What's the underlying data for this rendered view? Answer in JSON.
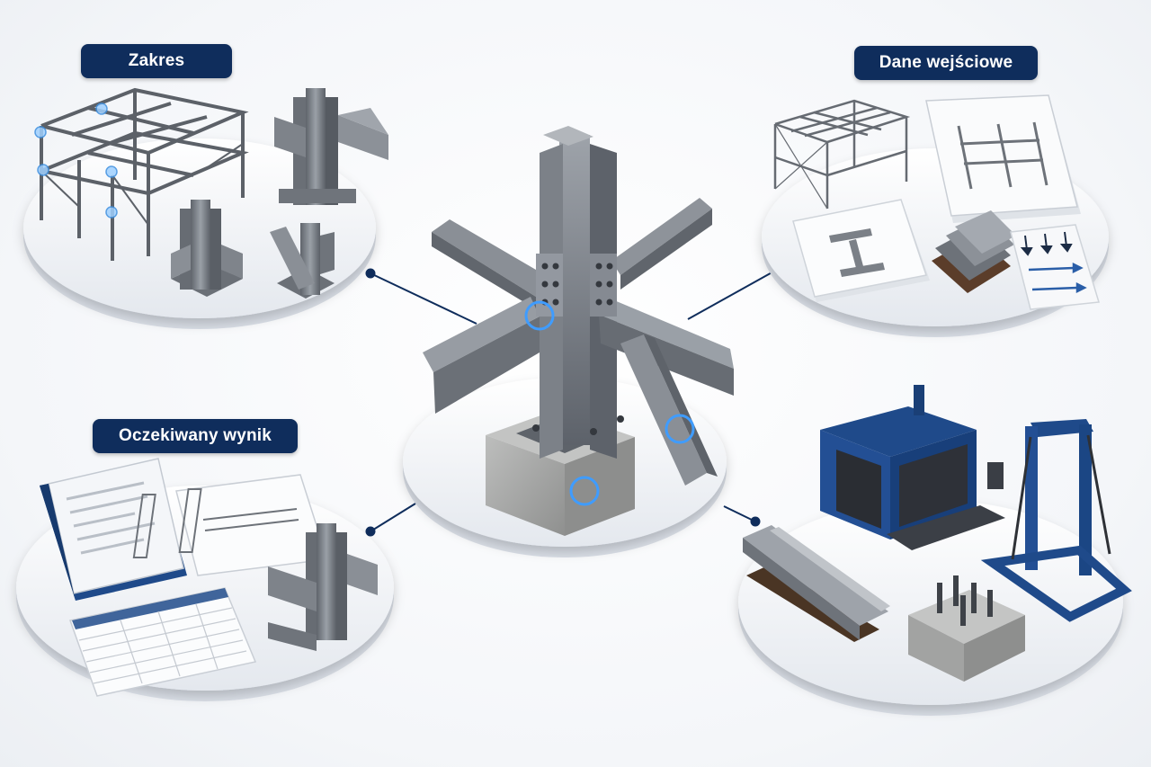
{
  "labels": {
    "scope": "Zakres",
    "inputs": "Dane wejściowe",
    "result": "Oczekiwany wynik"
  },
  "colors": {
    "navy": "#0f2d5c",
    "steel": "#7b8087",
    "steel_dark": "#4e535a",
    "steel_light": "#a3a8ae",
    "concrete": "#a9aaa9",
    "blue_accent": "#1f4a8a",
    "highlight": "#4aa3ff",
    "disc": "#f1f3f6"
  },
  "icons": {
    "center": "steel-column-joint",
    "scope": [
      "steel-frame-structure",
      "beam-column-connection",
      "column-base-connection",
      "bracing-connection"
    ],
    "inputs": [
      "frame-model",
      "drawing-sheet",
      "i-section-card",
      "steel-plates",
      "load-diagram"
    ],
    "result": [
      "report-book",
      "connection-drawing",
      "results-table",
      "connection-3d-model"
    ],
    "site": [
      "workshop-building",
      "steel-beam-on-timber",
      "anchor-bolt-foundation",
      "lifting-gantry"
    ]
  }
}
